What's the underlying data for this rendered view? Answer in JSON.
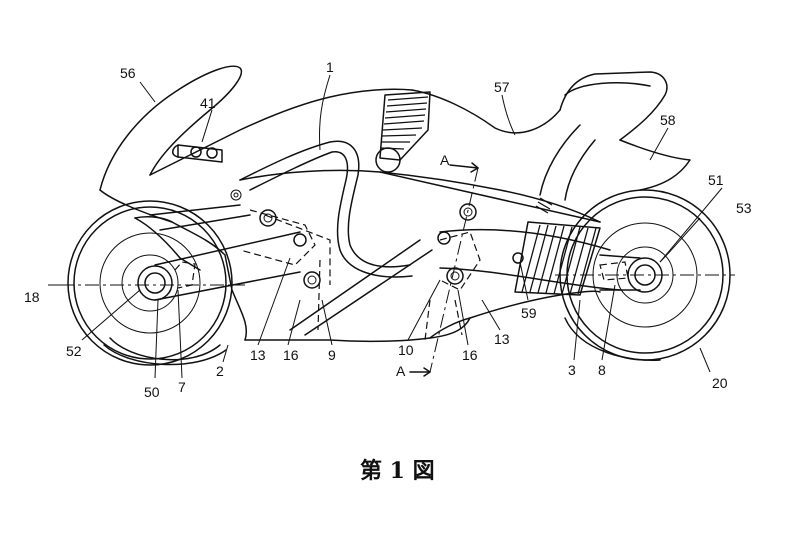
{
  "figure": {
    "caption": "第 1 図",
    "reference_numerals": [
      {
        "id": "56",
        "text": "56"
      },
      {
        "id": "41",
        "text": "41"
      },
      {
        "id": "1",
        "text": "1"
      },
      {
        "id": "57",
        "text": "57"
      },
      {
        "id": "58",
        "text": "58"
      },
      {
        "id": "A_top",
        "text": "A"
      },
      {
        "id": "51",
        "text": "51"
      },
      {
        "id": "53",
        "text": "53"
      },
      {
        "id": "18",
        "text": "18"
      },
      {
        "id": "52",
        "text": "52"
      },
      {
        "id": "50",
        "text": "50"
      },
      {
        "id": "7",
        "text": "7"
      },
      {
        "id": "2",
        "text": "2"
      },
      {
        "id": "13_left",
        "text": "13"
      },
      {
        "id": "16_left",
        "text": "16"
      },
      {
        "id": "9",
        "text": "9"
      },
      {
        "id": "10",
        "text": "10"
      },
      {
        "id": "A_bottom",
        "text": "A"
      },
      {
        "id": "16_right",
        "text": "16"
      },
      {
        "id": "13_right",
        "text": "13"
      },
      {
        "id": "59",
        "text": "59"
      },
      {
        "id": "3",
        "text": "3"
      },
      {
        "id": "8",
        "text": "8"
      },
      {
        "id": "20",
        "text": "20"
      }
    ]
  }
}
